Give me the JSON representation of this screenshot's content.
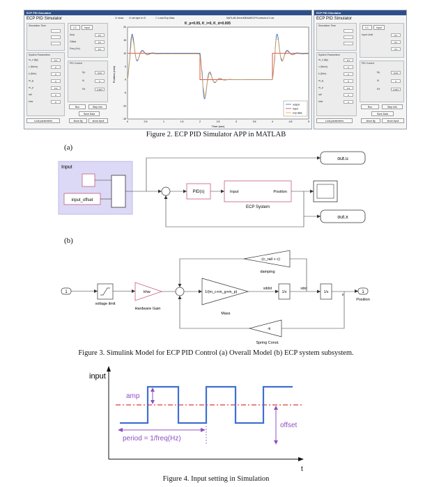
{
  "fig2": {
    "caption": "Figure 2.  ECP PID Simulator APP in MATLAB",
    "window_title": "ECP PID Simulator",
    "app_title": "ECP PID Simulator",
    "tabs": [
      "I.C.",
      "Input"
    ],
    "panel_labels": {
      "simulation_time": "Simulation Time",
      "system_parameters": "System Parameters",
      "pid_control": "PID Control",
      "input_limit": "Input Limit"
    },
    "input_labels": [
      "Amp",
      "Offset",
      "Freq (Hz)"
    ],
    "input_values": [
      "0.5",
      "0.5",
      "0.5"
    ],
    "param_labels": [
      "m_c (kg)",
      "c (Ns/m)",
      "k (N/m)",
      "m_g",
      "m_p",
      "rail",
      "khw"
    ],
    "param_values": [
      "0.5",
      "0",
      "0",
      "0",
      "0.4",
      "0",
      "0"
    ],
    "pid_labels": [
      "Kp",
      "Ki",
      "Kd"
    ],
    "pid_values": [
      "0.05",
      "0",
      "0.005"
    ],
    "buttons": [
      "Run",
      "Step Info",
      "Save Data",
      "Look parameters",
      "show fig",
      "show input"
    ],
    "plot_title": "K_p=0.05, K_i=0, K_d=0.005",
    "plot_toolbar": "MATLAB Drive/MEAM/ECP/Control/v.0.2.rar",
    "checkboxes": [
      "show",
      "set sym to IC",
      "Load Exp Data"
    ],
    "legend": [
      "output",
      "input",
      "exp data"
    ],
    "ylabel": "Position (mm)",
    "xlabel": "Time (sec)",
    "yticks": [
      "20",
      "15",
      "10",
      "5",
      "0",
      "-5",
      "-10",
      "-15"
    ],
    "xticks": [
      "0",
      "0.5",
      "1",
      "1.5",
      "2",
      "2.5",
      "3",
      "3.5",
      "4",
      "4.5",
      "5"
    ],
    "colors": {
      "output": "#2e6fd8",
      "input": "#e23b2b",
      "exp": "#e8a33b"
    }
  },
  "fig3": {
    "caption": "Figure 3.  Simulink Model for ECP PID Control (a) Overall Model (b) ECP system subsystem.",
    "label_a": "(a)",
    "label_b": "(b)",
    "input_group": "Input",
    "input_offset": "input_offset",
    "pid_block": "PID(s)",
    "ecp_in": "Input",
    "ecp_out": "Position",
    "ecp_label": "ECP System",
    "out_u": "out.u",
    "out_x": "out.x",
    "port_in": "1",
    "saturation_label": "voltage limit",
    "gain_text": "khw",
    "gain_label": "Hardware Gain",
    "mass_gain": "1/(m_c+m_g+m_p)",
    "mass_label": "Mass",
    "damping_gain": "-(c_rail + c)",
    "damping_label": "damping",
    "spring_gain": "-k",
    "spring_label": "Spring Const.",
    "xddot": "xddot",
    "xdot": "xdot",
    "x": "x",
    "integrator": "1/s",
    "port_out": "1",
    "position_label": "Position"
  },
  "fig4": {
    "caption": "Figure 4.  Input setting in Simulation",
    "ylabel": "input",
    "xlabel": "t",
    "amp": "amp",
    "offset": "offset",
    "period": "period = 1/freq(Hz)",
    "colors": {
      "wave": "#3f6fd1",
      "offset_line": "#d93a3a",
      "annot": "#8e4fc4"
    }
  }
}
